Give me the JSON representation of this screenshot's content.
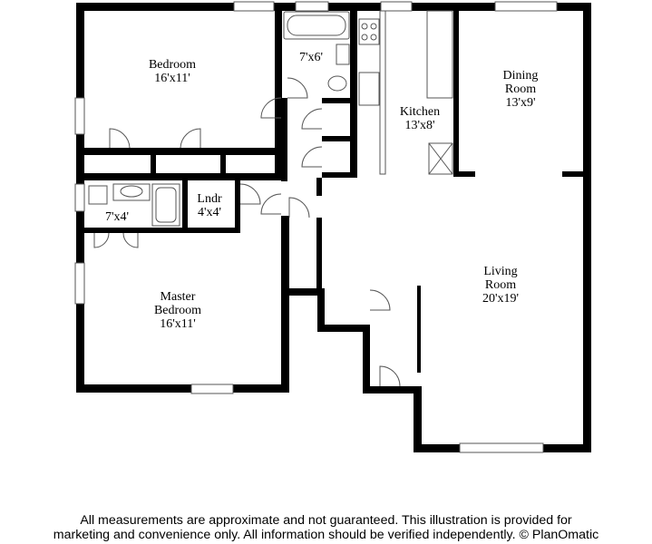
{
  "rooms": {
    "bedroom": {
      "name": "Bedroom",
      "dim": "16'x11'"
    },
    "bath1": {
      "dim": "7'x6'"
    },
    "kitchen": {
      "name": "Kitchen",
      "dim": "13'x8'"
    },
    "dining": {
      "name": "Dining Room",
      "line1": "Dining",
      "line2": "Room",
      "dim": "13'x9'"
    },
    "bath2": {
      "dim": "7'x4'"
    },
    "laundry": {
      "name": "Lndr",
      "dim": "4'x4'"
    },
    "master": {
      "name": "Master Bedroom",
      "line1": "Master",
      "line2": "Bedroom",
      "dim": "16'x11'"
    },
    "living": {
      "name": "Living Room",
      "line1": "Living",
      "line2": "Room",
      "dim": "20'x19'"
    }
  },
  "disclaimer": {
    "line1": "All measurements are approximate and not guaranteed. This illustration is provided for",
    "line2": "marketing and convenience only. All information should be verified independently. © PlanOmatic"
  },
  "colors": {
    "wall": "#000000",
    "fixture": "#555555",
    "background": "#ffffff"
  }
}
